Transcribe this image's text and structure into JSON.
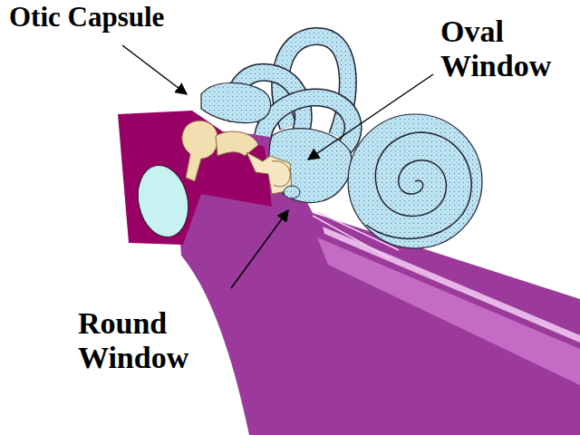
{
  "diagram": {
    "labels": [
      "Otic Capsule",
      "Oval Window",
      "Round Window"
    ]
  }
}
